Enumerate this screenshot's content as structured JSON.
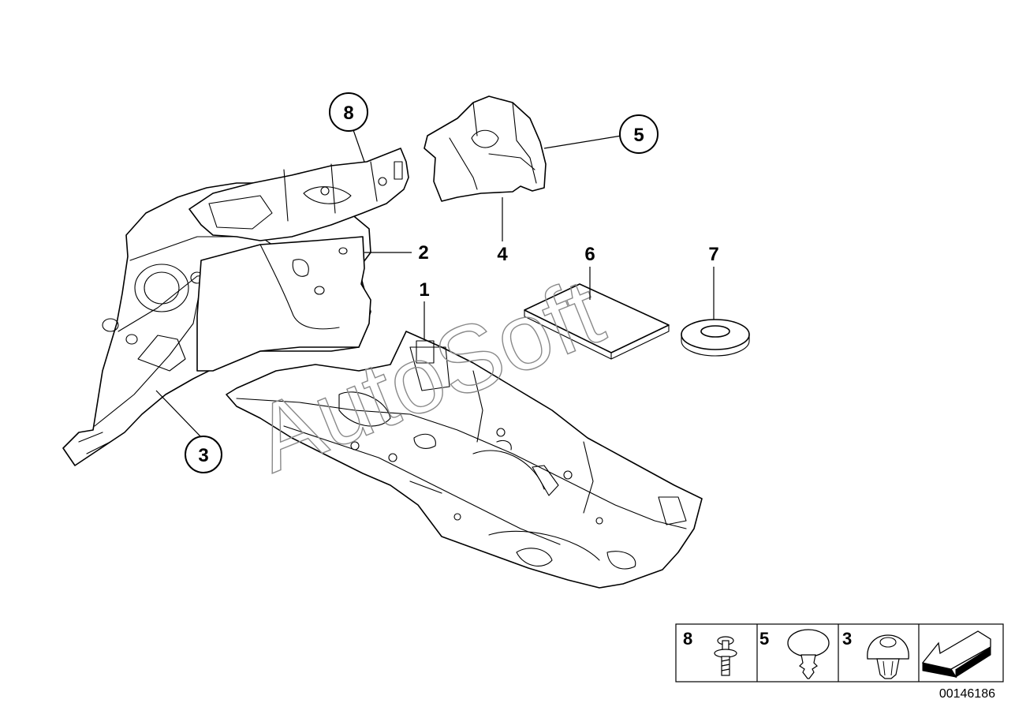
{
  "callouts": {
    "c1": "1",
    "c2": "2",
    "c3": "3",
    "c4": "4",
    "c5": "5",
    "c6": "6",
    "c7": "7",
    "c8": "8"
  },
  "fastener_table": [
    {
      "number": "8",
      "fastener": "bolt-with-washer"
    },
    {
      "number": "5",
      "fastener": "push-clip-round-head"
    },
    {
      "number": "3",
      "fastener": "expanding-rivet-clip"
    }
  ],
  "watermark": "AutoSoft",
  "document_number": "00146186",
  "icons": {
    "direction_arrow": "front-direction-arrow-icon"
  }
}
